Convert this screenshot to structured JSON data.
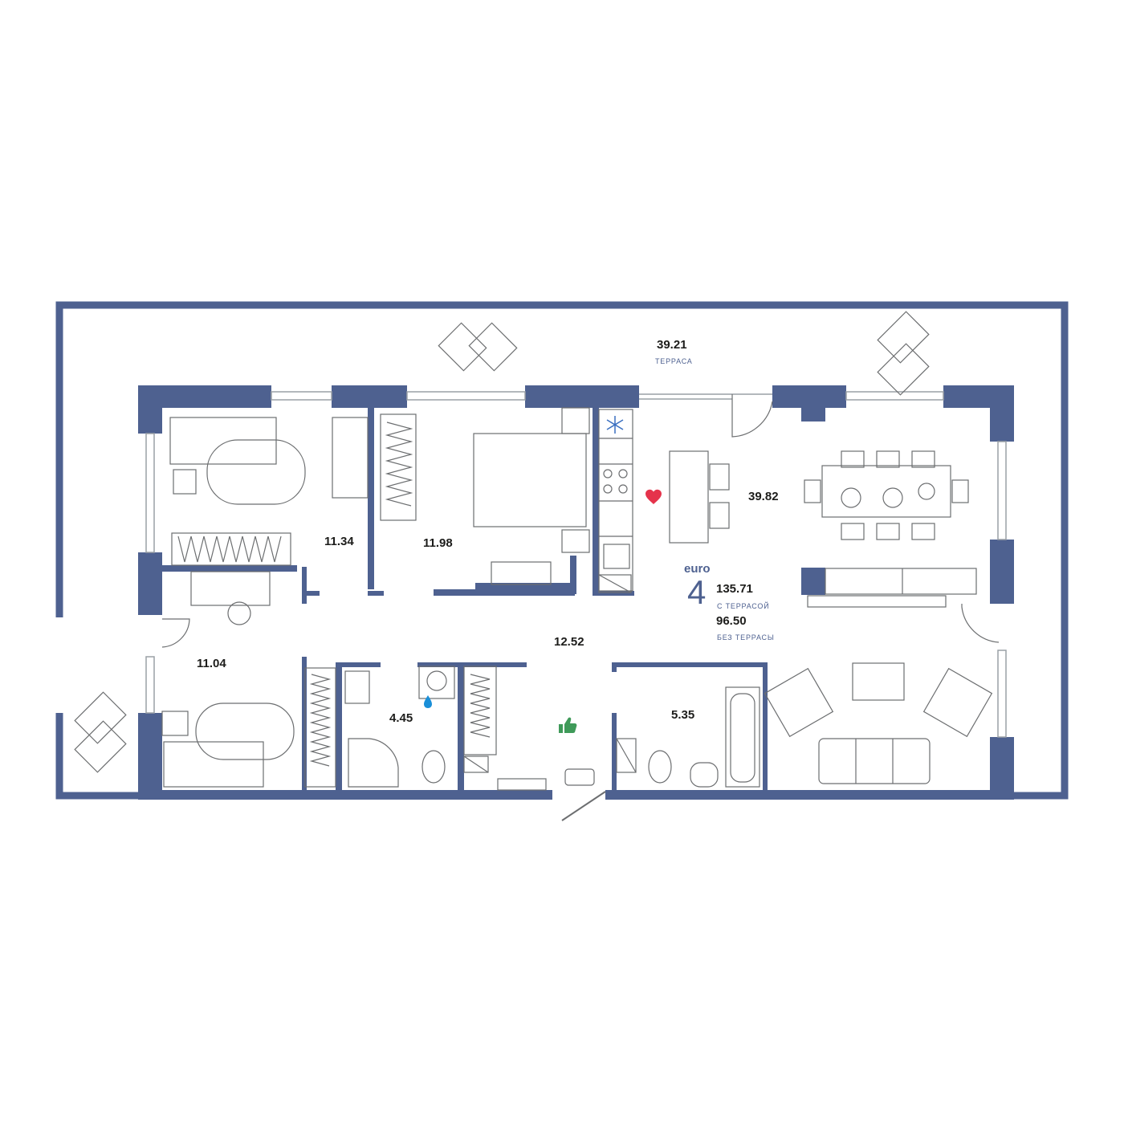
{
  "colors": {
    "wall": "#4e6190",
    "furniture_line": "#6c6e70",
    "label_dark": "#1d1d1b",
    "label_accent": "#4e6190",
    "heart": "#e5334b",
    "snowflake": "#3a6fc0",
    "water_drop": "#1a8fd8",
    "thumb": "#3f9a59"
  },
  "terrace": {
    "area": "39.21",
    "label": "ТЕРРАСА"
  },
  "rooms": [
    {
      "id": "bedroom-1",
      "area": "11.34"
    },
    {
      "id": "bedroom-2",
      "area": "11.98"
    },
    {
      "id": "kitchen-living",
      "area": "39.82"
    },
    {
      "id": "bedroom-3",
      "area": "11.04"
    },
    {
      "id": "hallway",
      "area": "12.52"
    },
    {
      "id": "bathroom-1",
      "area": "4.45"
    },
    {
      "id": "bathroom-2",
      "area": "5.35"
    }
  ],
  "summary": {
    "type_word": "euro",
    "rooms_count": "4",
    "total_with_terrace": "135.71",
    "with_terrace_label": "С ТЕРРАСОЙ",
    "total_without_terrace": "96.50",
    "without_terrace_label": "БЕЗ ТЕРРАСЫ"
  },
  "icons": [
    "snowflake-icon",
    "heart-icon",
    "water-drop-icon",
    "thumbs-up-icon"
  ]
}
